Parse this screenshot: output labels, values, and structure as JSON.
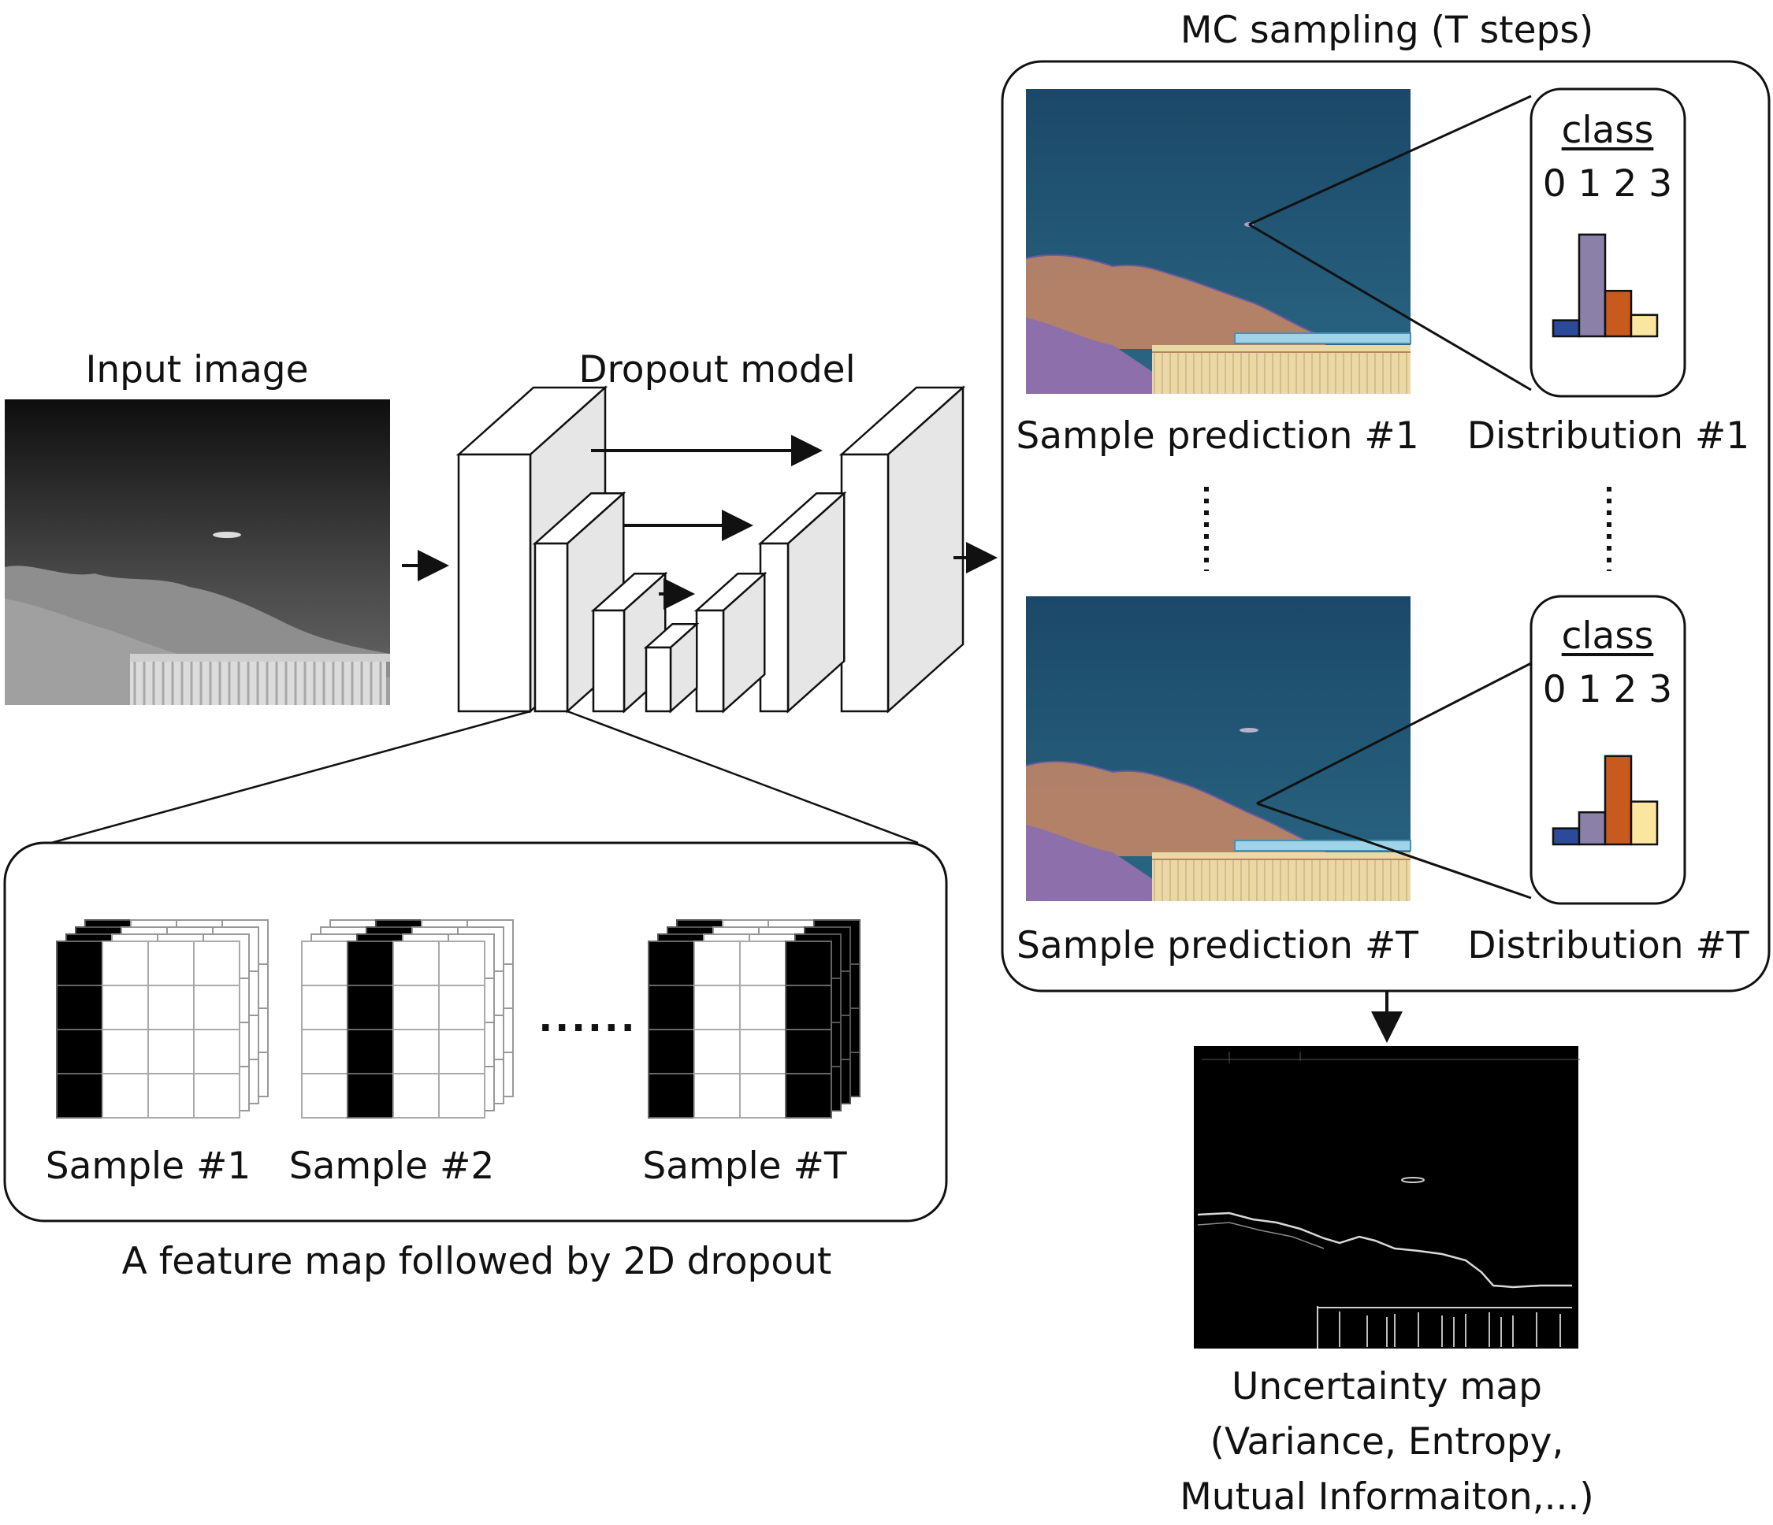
{
  "input": {
    "title": "Input image"
  },
  "model": {
    "title": "Dropout model"
  },
  "mc": {
    "title": "MC sampling (T steps)"
  },
  "predictions": [
    {
      "label": "Sample prediction #1",
      "dist_label": "Distribution #1",
      "class_title": "class",
      "class_ticks": "0 1 2 3",
      "distribution": [
        0.06,
        0.38,
        0.17,
        0.08
      ]
    },
    {
      "label": "Sample prediction #T",
      "dist_label": "Distribution #T",
      "class_title": "class",
      "class_ticks": "0 1 2 3",
      "distribution": [
        0.06,
        0.12,
        0.33,
        0.16
      ]
    }
  ],
  "bar_colors": [
    "#2b4a9a",
    "#8a80a8",
    "#c85a1e",
    "#fbe6a0"
  ],
  "feature_map": {
    "caption": "A feature map followed by 2D dropout",
    "samples": [
      {
        "label": "Sample #1",
        "dropped_columns": [
          0
        ]
      },
      {
        "label": "Sample #2",
        "dropped_columns": [
          1
        ]
      },
      {
        "label": "Sample #T",
        "dropped_columns": [
          0,
          3
        ]
      }
    ],
    "ellipsis": "......"
  },
  "uncertainty": {
    "line1": "Uncertainty map",
    "line2": "(Variance, Entropy,",
    "line3": "Mutual Informaiton,...)"
  },
  "colors": {
    "sky": "#1f4f74",
    "tree": "#b98367",
    "building": "#e9d9a4",
    "shrub": "#8c6fab"
  }
}
